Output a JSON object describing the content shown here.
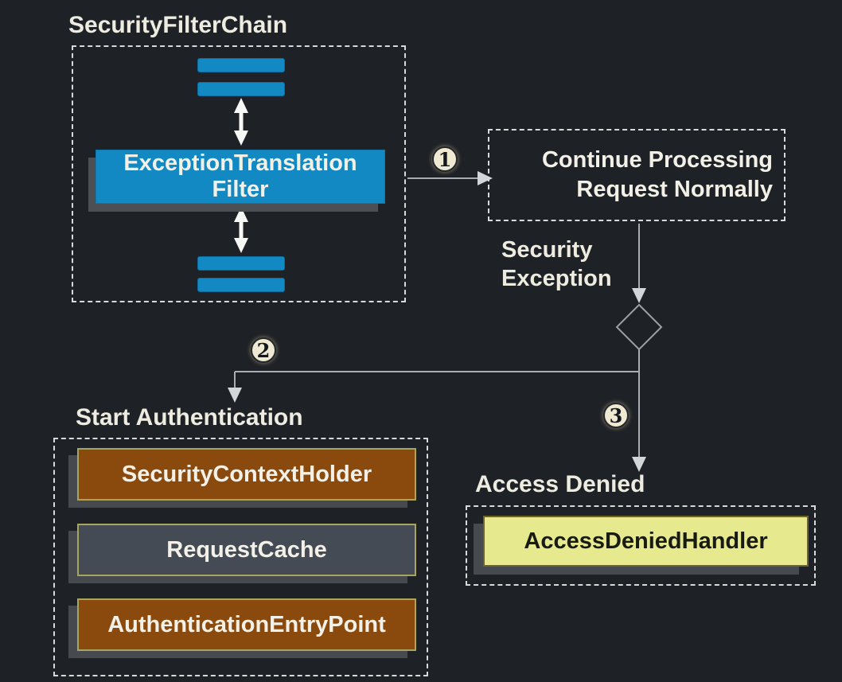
{
  "security_filter_chain": {
    "title": "SecurityFilterChain",
    "filter": {
      "line1": "ExceptionTranslation",
      "line2": "Filter"
    }
  },
  "continue_box": {
    "line1": "Continue Processing",
    "line2": "Request Normally"
  },
  "security_exception": {
    "line1": "Security",
    "line2": "Exception"
  },
  "steps": {
    "one": "1",
    "two": "2",
    "three": "3"
  },
  "start_authentication": {
    "title": "Start Authentication",
    "items": [
      {
        "label": "SecurityContextHolder",
        "variant": "brown"
      },
      {
        "label": "RequestCache",
        "variant": "slate"
      },
      {
        "label": "AuthenticationEntryPoint",
        "variant": "brown"
      }
    ]
  },
  "access_denied": {
    "title": "Access Denied",
    "handler_label": "AccessDeniedHandler"
  },
  "colors": {
    "background": "#1e2126",
    "blue_fill": "#1389c4",
    "brown_fill": "#8a4a0e",
    "slate_fill": "#454b55",
    "yellow_fill": "#e6e98e",
    "olive_border": "#a8a55e",
    "shadow": "#46494e",
    "connector_line": "#a9adb2",
    "dashed_border": "#d9d9d9",
    "text_light": "#eeece1"
  }
}
